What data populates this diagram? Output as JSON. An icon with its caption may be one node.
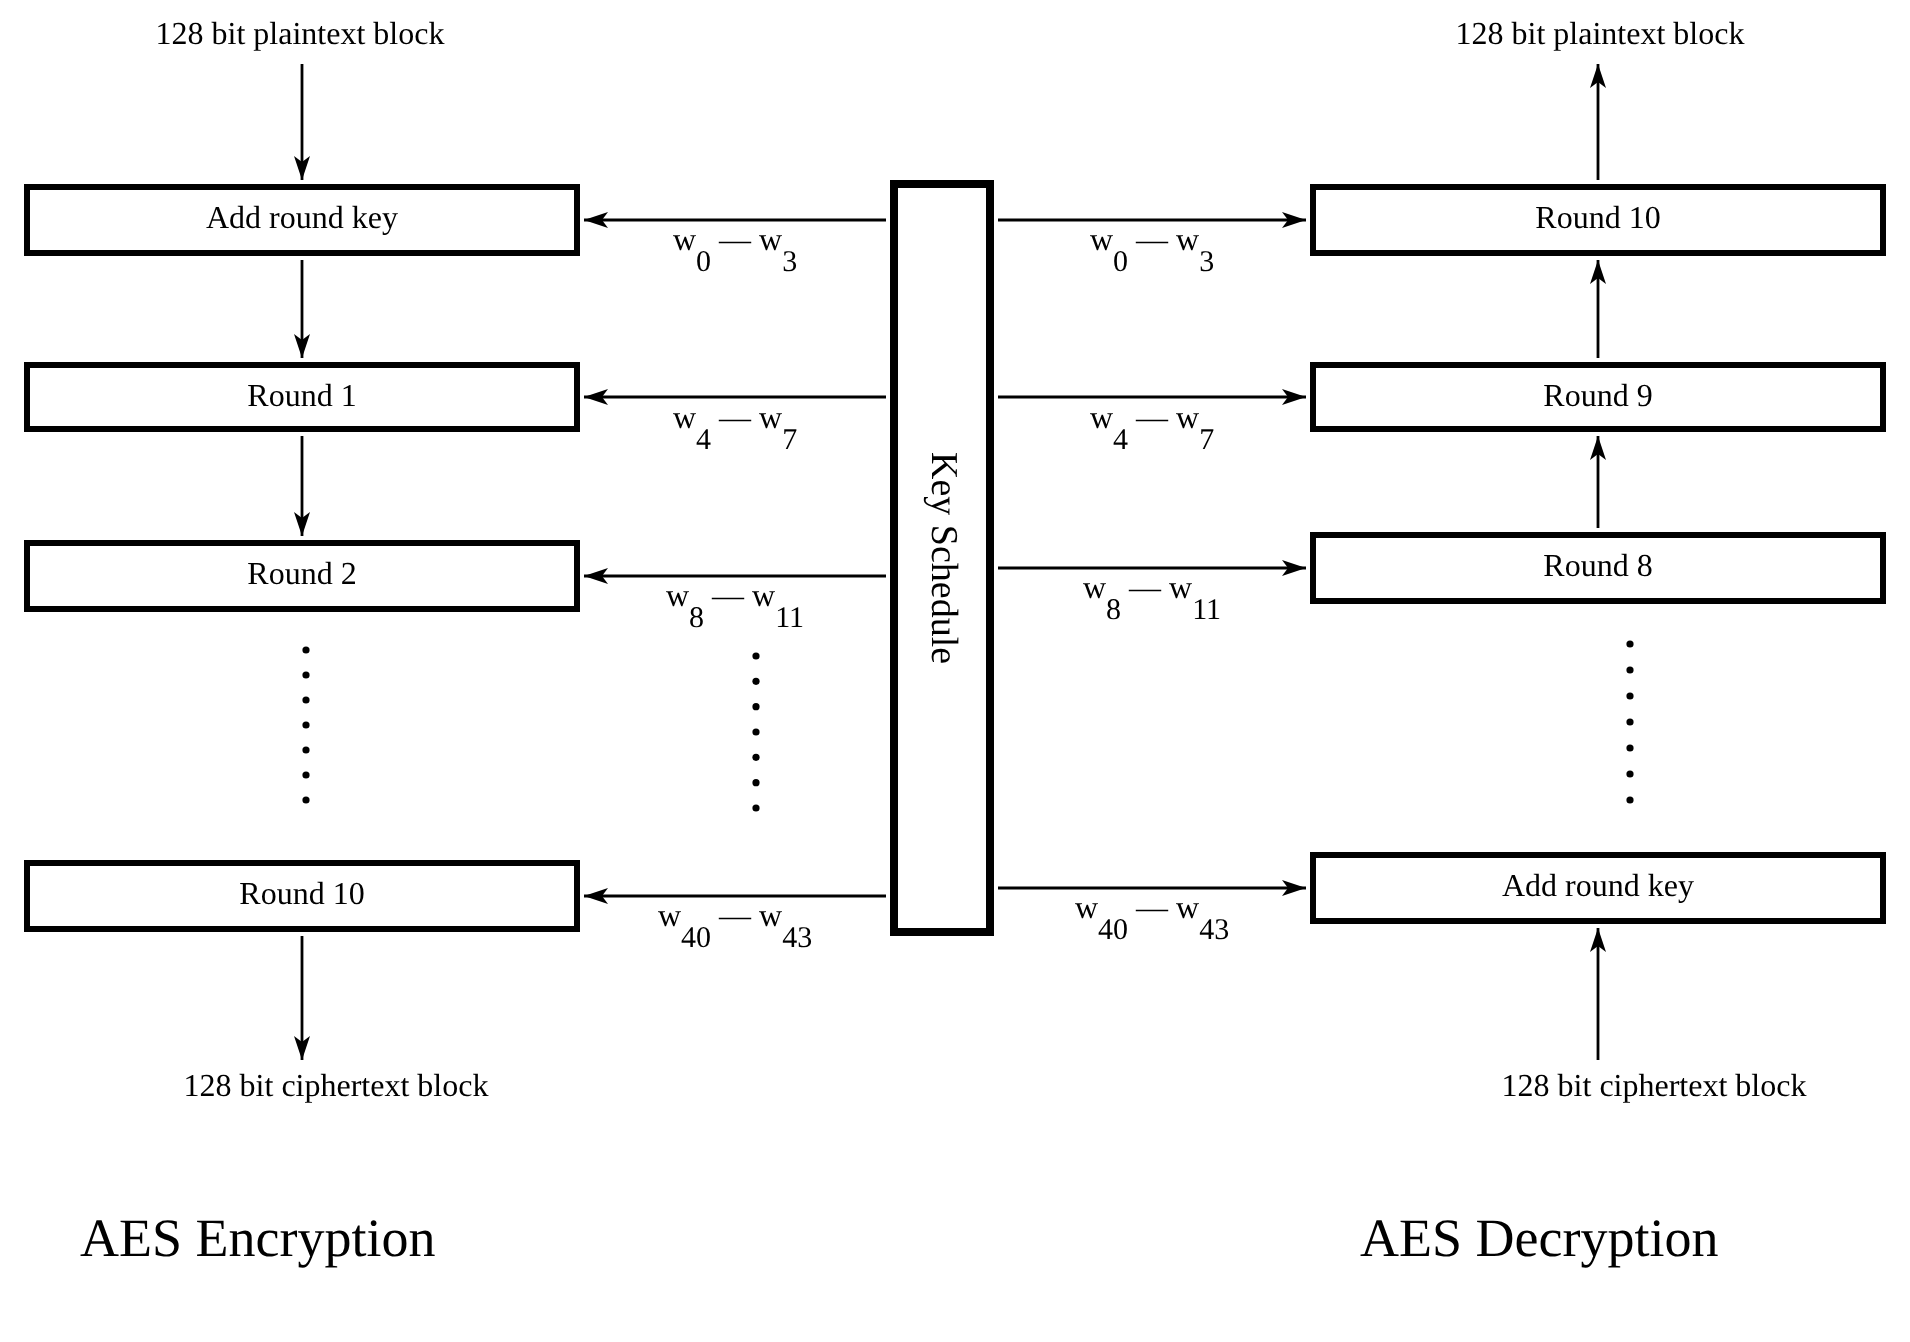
{
  "diagram": {
    "nodes": [
      {
        "text": [
          "128 bit plaintext block"
        ]
      },
      {
        "text": [
          "Add round key"
        ]
      },
      {
        "text": [
          "Round 1"
        ]
      },
      {
        "text": [
          "Round 2"
        ]
      },
      {
        "text": [
          "Round 10"
        ]
      },
      {
        "text": [
          "128 bit ciphertext block"
        ]
      },
      {
        "text": [
          "Key Schedule"
        ]
      },
      {
        "text": [
          "128 bit plaintext block"
        ]
      },
      {
        "text": [
          "Round 10"
        ]
      },
      {
        "text": [
          "Round 9"
        ]
      },
      {
        "text": [
          "Round 8"
        ]
      },
      {
        "text": [
          "Add round key"
        ]
      },
      {
        "text": [
          "128 bit ciphertext block"
        ]
      }
    ],
    "edges": [
      {
        "from": 0,
        "to": 1,
        "arrow": "to"
      },
      {
        "from": 1,
        "to": 2,
        "arrow": "to"
      },
      {
        "from": 2,
        "to": 3,
        "arrow": "to"
      },
      {
        "from": 4,
        "to": 5,
        "arrow": "to"
      },
      {
        "from": 6,
        "to": 1,
        "arrow": "to",
        "label": "w$_{0}$ — w$_{3}$"
      },
      {
        "from": 6,
        "to": 2,
        "arrow": "to",
        "label": "w$_{4}$ — w$_{7}$"
      },
      {
        "from": 6,
        "to": 3,
        "arrow": "to",
        "label": "w$_{8}$ — w$_{11}$"
      },
      {
        "from": 6,
        "to": 4,
        "arrow": "to",
        "label": "w$_{40}$ — w$_{43}$"
      },
      {
        "from": 6,
        "to": 8,
        "arrow": "to",
        "label": "w$_{0}$ — w$_{3}$"
      },
      {
        "from": 6,
        "to": 9,
        "arrow": "to",
        "label": "w$_{4}$ — w$_{7}$"
      },
      {
        "from": 6,
        "to": 10,
        "arrow": "to",
        "label": "w$_{8}$ — w$_{11}$"
      },
      {
        "from": 6,
        "to": 11,
        "arrow": "to",
        "label": "w$_{40}$ — w$_{43}$"
      },
      {
        "from": 12,
        "to": 11,
        "arrow": "to"
      },
      {
        "from": 10,
        "to": 9,
        "arrow": "to"
      },
      {
        "from": 9,
        "to": 8,
        "arrow": "to"
      },
      {
        "from": 8,
        "to": 7,
        "arrow": "to"
      }
    ],
    "labels": [
      "AES Encryption",
      "AES Decryption"
    ]
  }
}
